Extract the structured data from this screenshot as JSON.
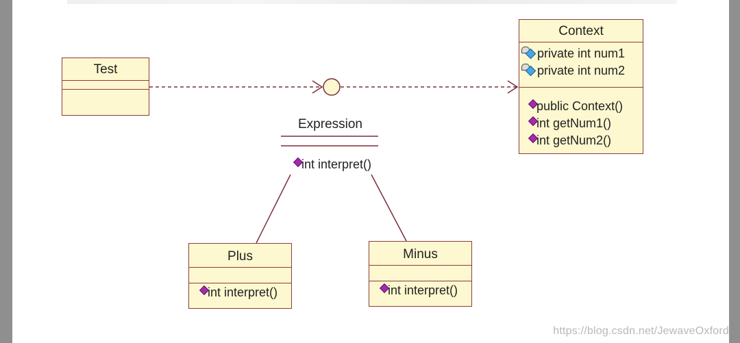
{
  "diagram": {
    "classes": {
      "test": {
        "name": "Test"
      },
      "context": {
        "name": "Context",
        "attributes": [
          "private int num1",
          "private int num2"
        ],
        "operations": [
          "public Context()",
          "int getNum1()",
          "int getNum2()"
        ]
      },
      "plus": {
        "name": "Plus",
        "operations": [
          "int interpret()"
        ]
      },
      "minus": {
        "name": "Minus",
        "operations": [
          "int interpret()"
        ]
      }
    },
    "interface": {
      "name": "Expression",
      "operations": [
        "int interpret()"
      ]
    },
    "icons": {
      "attribute": "private-attribute-icon",
      "operation": "public-operation-icon"
    },
    "colors": {
      "class_fill": "#fdf8cf",
      "class_border": "#8d3b3b",
      "line": "#7a2e3a",
      "operation_icon": "#a62ab0"
    }
  },
  "watermark": "https://blog.csdn.net/JewaveOxford"
}
